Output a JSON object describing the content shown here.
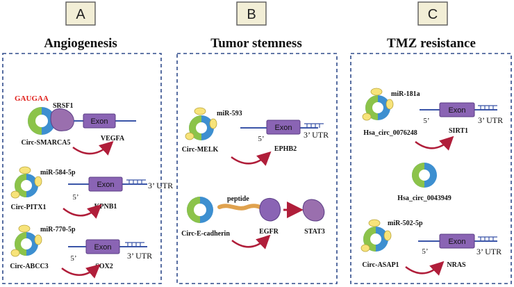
{
  "panels": [
    {
      "letter": "A",
      "title": "Angiogenesis",
      "items": [
        {
          "motif": "GAUGAA",
          "protein": "SRSF1",
          "exon": "Exon",
          "circ": "Circ-SMARCA5",
          "gene": "VEGFA"
        },
        {
          "mirna": "miR-584-5p",
          "exon": "Exon",
          "prime": "5’",
          "utr": "3’ UTR",
          "circ": "Circ-PITX1",
          "gene": "KPNB1"
        },
        {
          "mirna": "miR-770-5p",
          "exon": "Exon",
          "prime": "5’",
          "utr": "3’ UTR",
          "circ": "Circ-ABCC3",
          "gene": "SOX2"
        }
      ]
    },
    {
      "letter": "B",
      "title": "Tumor stemness",
      "items": [
        {
          "mirna": "miR-593",
          "exon": "Exon",
          "prime": "5’",
          "utr": "3’ UTR",
          "circ": "Circ-MELK",
          "gene": "EPHB2"
        },
        {
          "peptide": "peptide",
          "circ": "Circ-E-cadherin",
          "receptor": "EGFR",
          "target": "STAT3"
        }
      ]
    },
    {
      "letter": "C",
      "title": "TMZ resistance",
      "items": [
        {
          "mirna": "miR-181a",
          "exon": "Exon",
          "prime": "5’",
          "utr": "3’ UTR",
          "circ": "Hsa_circ_0076248",
          "gene": "SIRT1"
        },
        {
          "circ": "Hsa_circ_0043949"
        },
        {
          "mirna": "miR-502-5p",
          "exon": "Exon",
          "prime": "5’",
          "utr": "3’ UTR",
          "circ": "Circ-ASAP1",
          "gene": "NRAS"
        }
      ]
    }
  ],
  "colors": {
    "panel_border": "#2f4a8a",
    "letter_box_fill": "#f2eed6",
    "letter_box_border": "#5a5a5a",
    "exon_fill": "#8a64b4",
    "exon_border": "#5a3d85",
    "mrna_line": "#3a55a8",
    "circ_blue": "#3d8fd0",
    "circ_green": "#8cc34a",
    "mirna_yellow": "#f7e37a",
    "protein_purple": "#9a6fae",
    "arrow_red": "#b01e3a",
    "motif_red": "#e0201b",
    "peptide_orange": "#e0a24e"
  }
}
